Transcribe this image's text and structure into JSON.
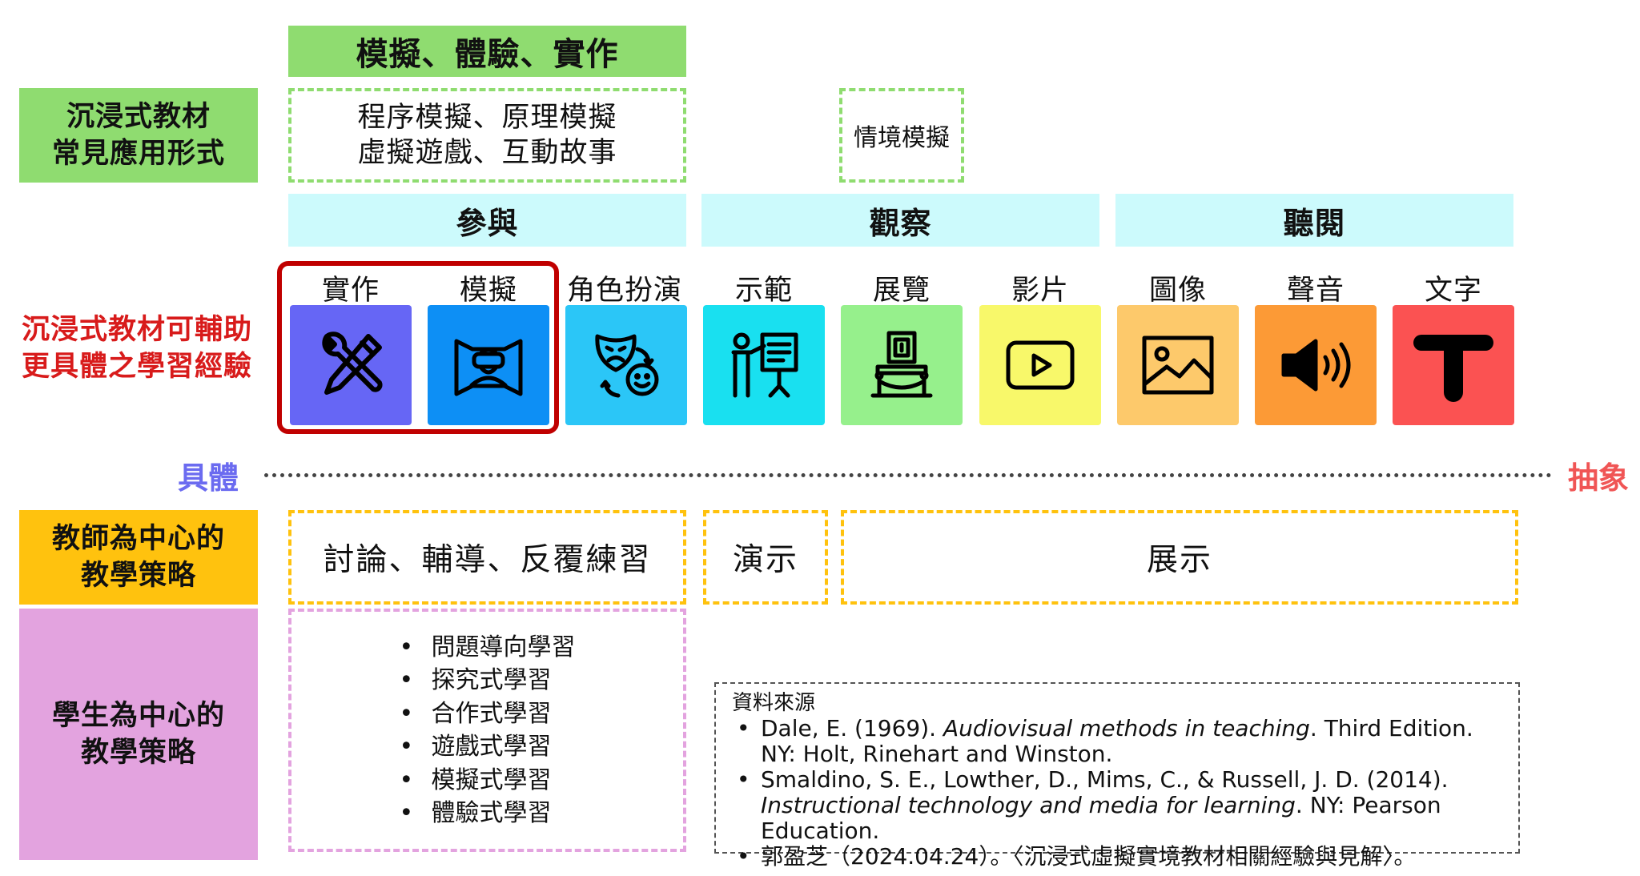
{
  "colors": {
    "green": "#8fdc70",
    "cyan": "#ccfafc",
    "yellow": "#ffc20e",
    "pink": "#e3a3df",
    "red_label": "#d81b1b",
    "red_frame": "#c00000",
    "concrete_blue": "#6b6bf0",
    "abstract_red": "#f05555"
  },
  "header": {
    "top_title": "模擬、體驗、實作"
  },
  "forms": {
    "label_line1": "沉浸式教材",
    "label_line2": "常見應用形式",
    "box1_line1": "程序模擬、原理模擬",
    "box1_line2": "虛擬遊戲、互動故事",
    "box2": "情境模擬"
  },
  "categories": {
    "participate": "參與",
    "observe": "觀察",
    "listen": "聽閱"
  },
  "assist_label": {
    "line1": "沉浸式教材可輔助",
    "line2": "更具體之學習經驗"
  },
  "experiences": [
    {
      "label": "實作",
      "color": "#6666f5",
      "icon": "tools-icon"
    },
    {
      "label": "模擬",
      "color": "#0d8ff5",
      "icon": "vr-headset-icon"
    },
    {
      "label": "角色扮演",
      "color": "#2bc6f7",
      "icon": "theater-masks-icon"
    },
    {
      "label": "示範",
      "color": "#19e0f0",
      "icon": "presentation-icon"
    },
    {
      "label": "展覽",
      "color": "#96f08c",
      "icon": "exhibit-icon"
    },
    {
      "label": "影片",
      "color": "#f8f86a",
      "icon": "play-icon"
    },
    {
      "label": "圖像",
      "color": "#fdc96b",
      "icon": "image-icon"
    },
    {
      "label": "聲音",
      "color": "#fc9a36",
      "icon": "speaker-icon"
    },
    {
      "label": "文字",
      "color": "#fb5252",
      "icon": "text-icon"
    }
  ],
  "axis": {
    "concrete": "具體",
    "abstract": "抽象"
  },
  "teacher": {
    "label_line1": "教師為中心的",
    "label_line2": "教學策略",
    "box1": "討論、輔導、反覆練習",
    "box2": "演示",
    "box3": "展示"
  },
  "student": {
    "label_line1": "學生為中心的",
    "label_line2": "教學策略",
    "items": [
      "問題導向學習",
      "探究式學習",
      "合作式學習",
      "遊戲式學習",
      "模擬式學習",
      "體驗式學習"
    ]
  },
  "references": {
    "title": "資料來源",
    "ref1_a": "Dale, E. (1969). ",
    "ref1_italic": "Audiovisual methods in teaching",
    "ref1_b": ". Third Edition. NY: Holt, Rinehart and Winston.",
    "ref2_a": "Smaldino, S. E., Lowther, D., Mims, C., & Russell, J. D. (2014). ",
    "ref2_italic": "Instructional technology and media for learning",
    "ref2_b": ". NY: Pearson Education.",
    "ref3": "郭盈芝（2024.04.24）。〈沉浸式虛擬實境教材相關經驗與見解〉。"
  }
}
